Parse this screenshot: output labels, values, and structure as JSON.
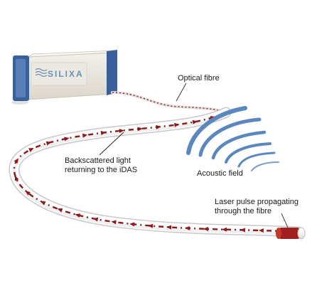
{
  "labels": {
    "optical_fibre": "Optical fibre",
    "backscatter_line1": "Backscattered light",
    "backscatter_line2": "returning to the iDAS",
    "acoustic_field": "Acoustic field",
    "laser_line1": "Laser pulse propagating",
    "laser_line2": "through the fibre"
  },
  "device": {
    "logo_text": "SILIXA"
  },
  "colors": {
    "fibre_red": "#8b1a1a",
    "acoustic_blue": "#5b87bf",
    "device_body": "#e8e4dc",
    "device_frame": "#3a5f9a"
  },
  "icons": {
    "arrow": "arrowhead-icon"
  }
}
